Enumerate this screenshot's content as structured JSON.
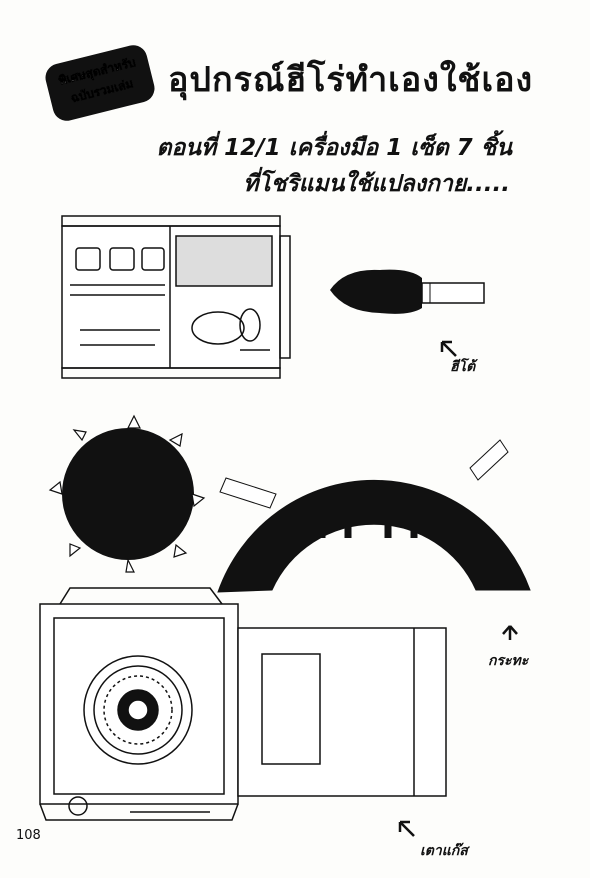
{
  "header": {
    "badge_line1": "พิเศษสุดสำหรับ",
    "badge_line2": "ฉบับรวมเล่ม",
    "title": "อุปกรณ์ฮีโร่ทำเองใช้เอง",
    "episode": "ตอนที่ 12/1 เครื่องมือ 1 เซ็ต 7 ชิ้น",
    "description": "ที่โชริแมนใช้แปลงกาย....."
  },
  "labels": {
    "item_a": "ฮีโต้",
    "item_b": "กระทะ",
    "item_c": "เตาแก๊ส"
  },
  "page_number": "108"
}
